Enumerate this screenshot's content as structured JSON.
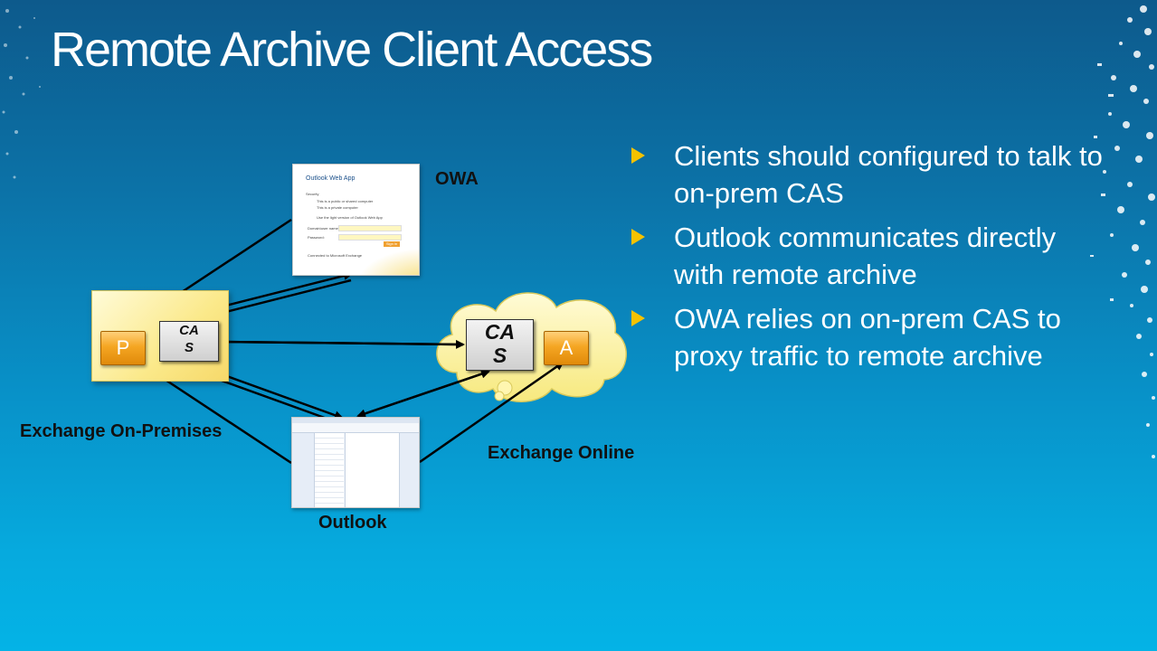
{
  "slide": {
    "title": "Remote Archive Client Access",
    "bullets": [
      {
        "text": "Clients should configured to talk to on-prem CAS"
      },
      {
        "text": "Outlook communicates directly with remote archive"
      },
      {
        "text": "OWA relies on on-prem CAS to proxy traffic to remote archive"
      }
    ]
  },
  "diagram": {
    "labels": {
      "owa": "OWA",
      "outlook": "Outlook",
      "exchange_onprem": "Exchange On-Premises",
      "exchange_online": "Exchange Online"
    },
    "nodes": {
      "primary_mailbox": "P",
      "archive_mailbox": "A",
      "cas_onprem_line1": "CA",
      "cas_onprem_line2": "S",
      "cas_online_line1": "CA",
      "cas_online_line2": "S"
    },
    "owa_screenshot": {
      "brand": "Outlook Web App",
      "security_label": "Security",
      "option_public": "This is a public or shared computer",
      "option_private": "This is a private computer",
      "option_light": "Use the light version of Outlook Web App",
      "domain_label": "Domain\\user name:",
      "password_label": "Password:",
      "signin_button": "Sign in",
      "footer": "Connected to Microsoft Exchange"
    }
  },
  "colors": {
    "bullet_accent": "#f5c200",
    "mailbox_orange": "#f5a623",
    "onprem_box": "#fbe98a",
    "cloud": "#fff6b0"
  }
}
